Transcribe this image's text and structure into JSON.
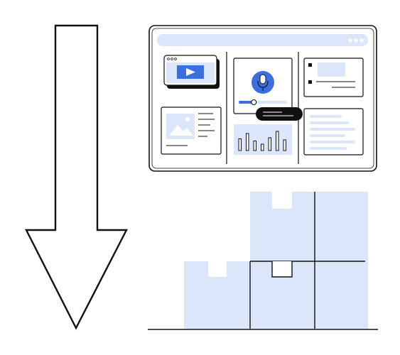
{
  "illustration": {
    "description_icons": [
      "down-arrow-icon",
      "browser-window-icon",
      "video-player-icon",
      "image-icon",
      "microphone-icon",
      "bar-chart-icon",
      "cardboard-box-icon"
    ],
    "colors": {
      "stroke": "#111111",
      "accent_blue": "#3b6fe0",
      "light_blue": "#dbe6fa",
      "white": "#ffffff",
      "chat_bubble": "#111111"
    },
    "audio_slider_level": 0.3,
    "bar_chart_levels": [
      0.55,
      0.8,
      0.45,
      0.3,
      0.6,
      0.9,
      0.5
    ]
  }
}
